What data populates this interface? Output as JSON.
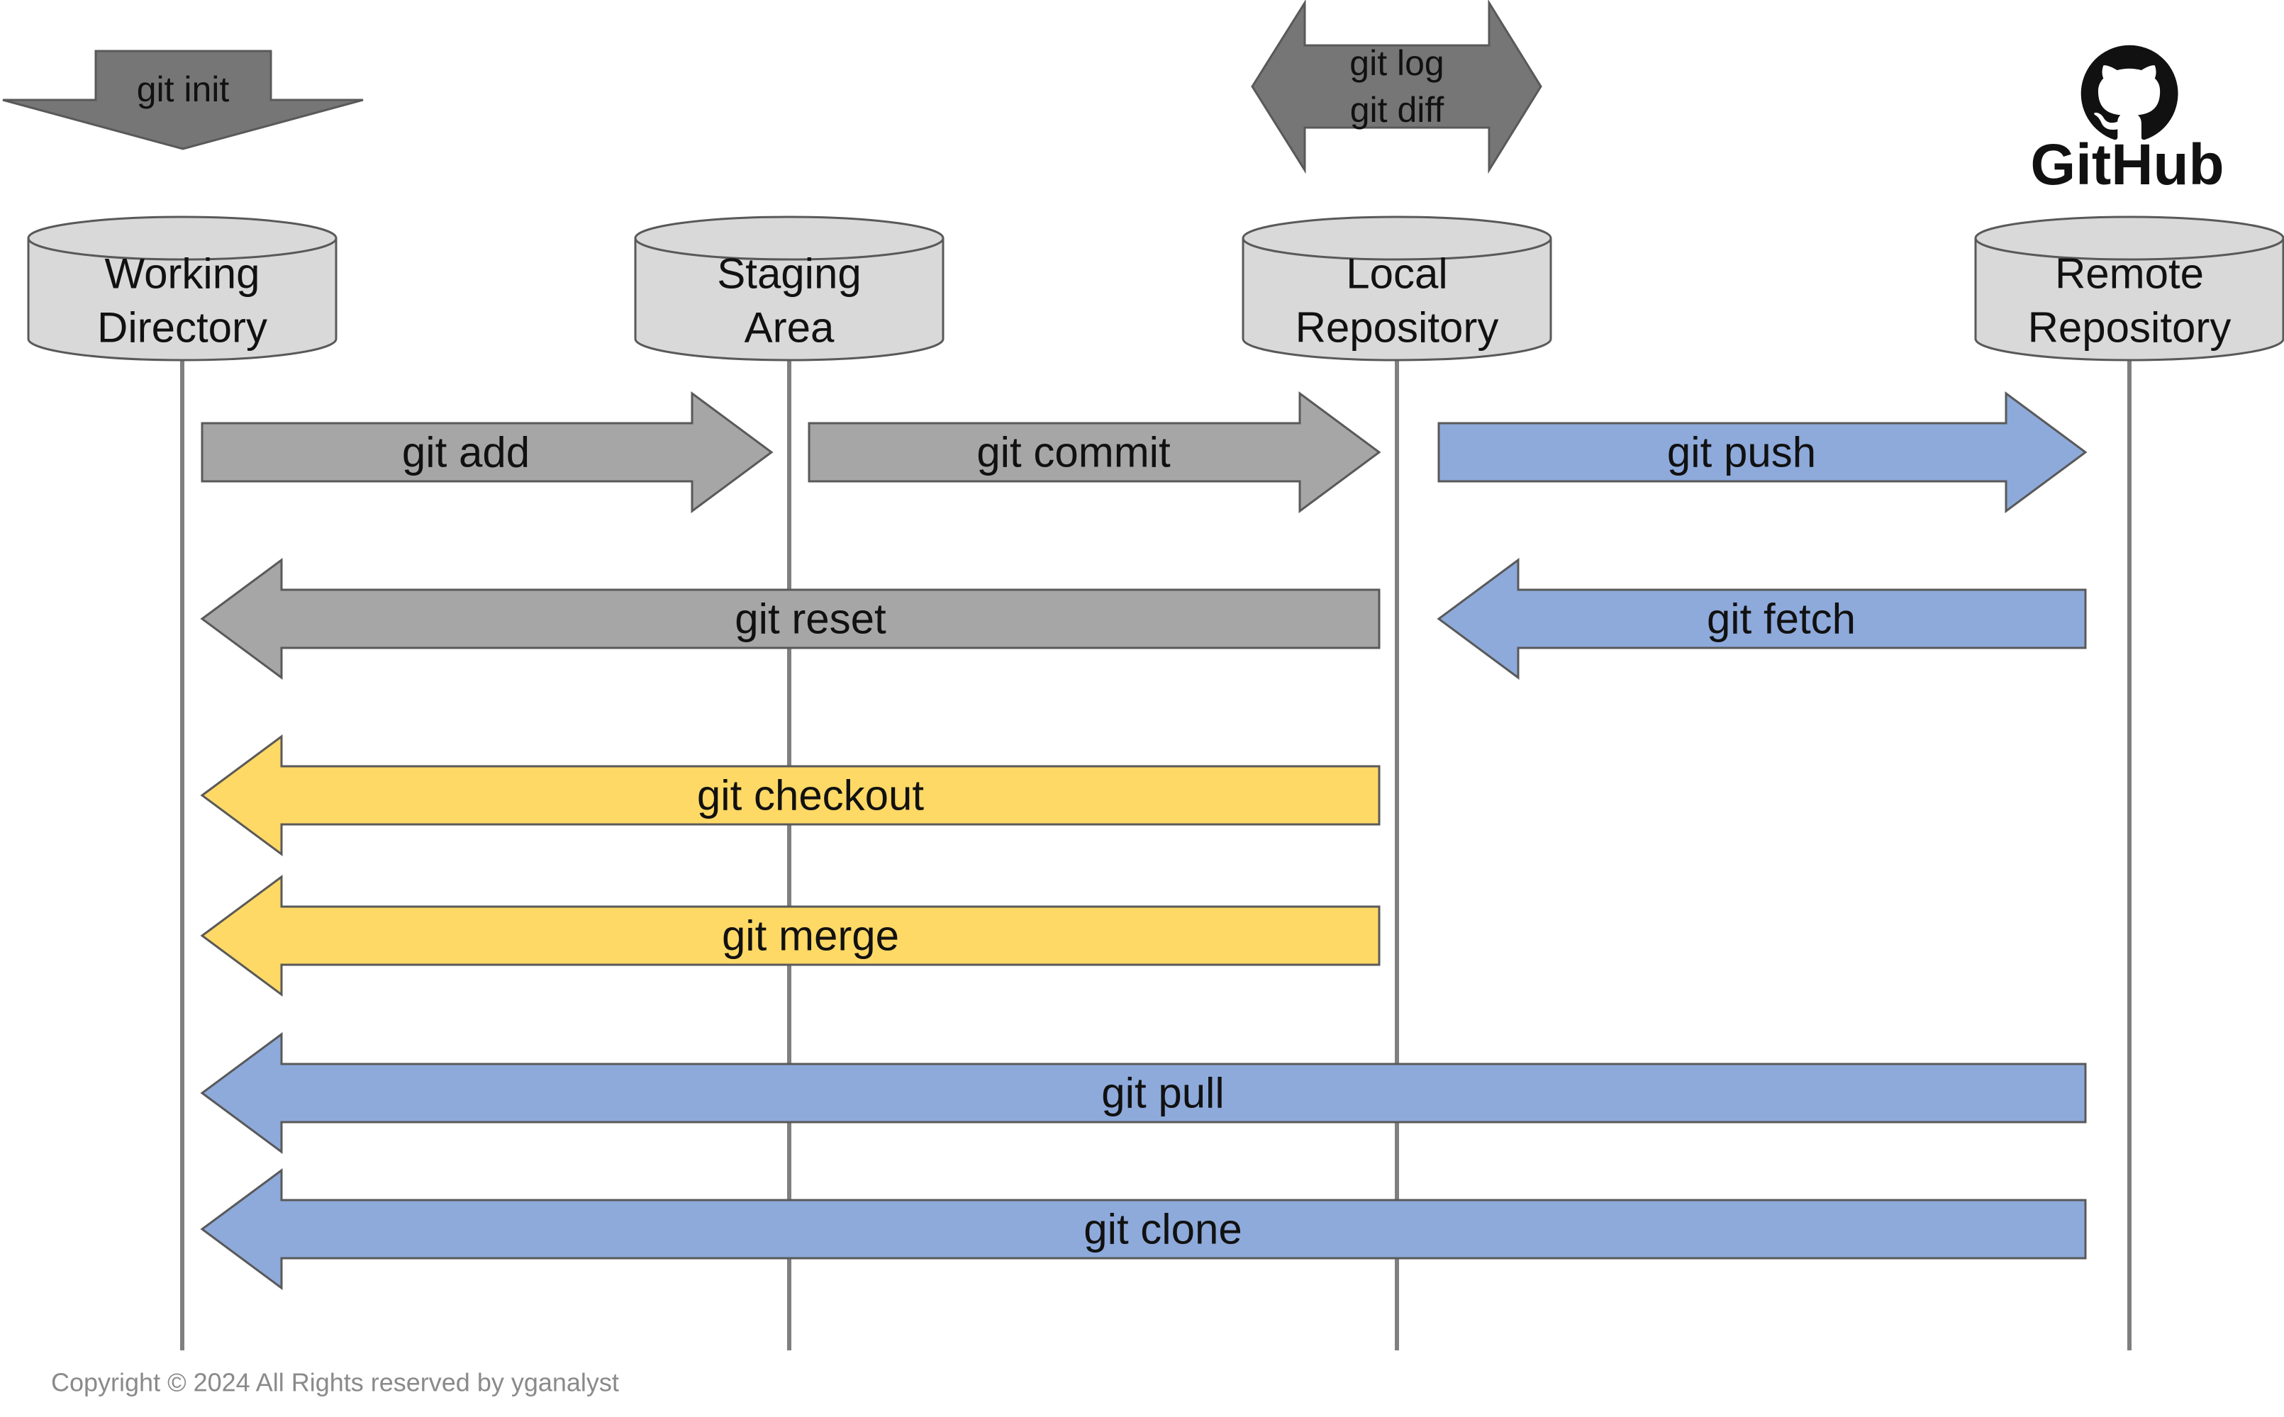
{
  "title_commands": {
    "init": "git init",
    "log": "git log",
    "diff": "git diff"
  },
  "areas": [
    {
      "line1": "Working",
      "line2": "Directory"
    },
    {
      "line1": "Staging",
      "line2": "Area"
    },
    {
      "line1": "Local",
      "line2": "Repository"
    },
    {
      "line1": "Remote",
      "line2": "Repository"
    }
  ],
  "logo": {
    "name": "GitHub",
    "icon": "github-octocat-icon"
  },
  "commands": {
    "add": "git add",
    "commit": "git commit",
    "push": "git push",
    "reset": "git reset",
    "fetch": "git fetch",
    "checkout": "git checkout",
    "merge": "git merge",
    "pull": "git pull",
    "clone": "git clone"
  },
  "footer": "Copyright © 2024 All Rights reserved by yganalyst",
  "colors": {
    "gray_arrow": "#a6a6a6",
    "blue_arrow": "#8eaadb",
    "yellow_arrow": "#ffd966",
    "dark_arrow": "#767676",
    "cylinder": "#d9d9d9",
    "outline": "#595959",
    "lifeline": "#7f7f7f"
  }
}
